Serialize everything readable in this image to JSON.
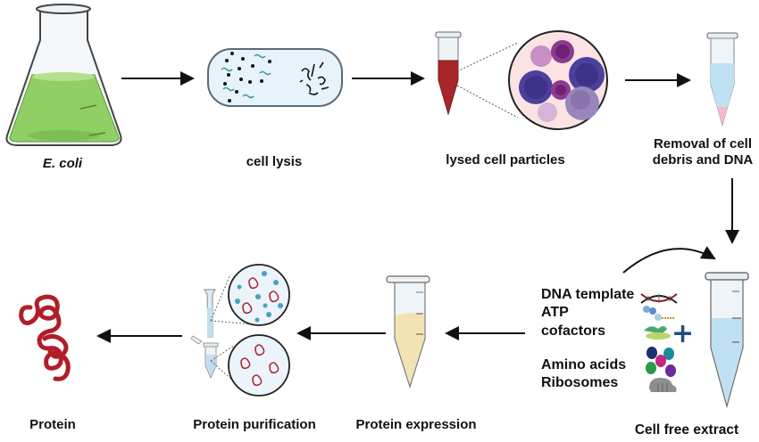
{
  "figure": {
    "title": "Cell-free protein synthesis workflow",
    "steps": [
      {
        "id": "ecoli",
        "label": "E. coli"
      },
      {
        "id": "lysis",
        "label": "cell lysis"
      },
      {
        "id": "lysed",
        "label": "lysed cell particles"
      },
      {
        "id": "removal",
        "label_line1": "Removal of cell",
        "label_line2": "debris and DNA"
      },
      {
        "id": "extract",
        "label": "Cell free extract"
      },
      {
        "id": "expression",
        "label": "Protein expression"
      },
      {
        "id": "purification",
        "label": "Protein purification"
      },
      {
        "id": "protein",
        "label": "Protein"
      }
    ],
    "ingredients": [
      "DNA template",
      "ATP",
      "cofactors",
      "Amino acids",
      "Ribosomes"
    ],
    "plus_symbol": "+",
    "colors": {
      "flask_liquid": "#8fcf63",
      "lysate_red": "#a8262a",
      "extract_blue": "#bfe0f2",
      "expression_yellow": "#f3e3b3",
      "protein_red": "#b01e2a",
      "arrow": "#111111",
      "plus_blue": "#1f4c7a"
    }
  }
}
